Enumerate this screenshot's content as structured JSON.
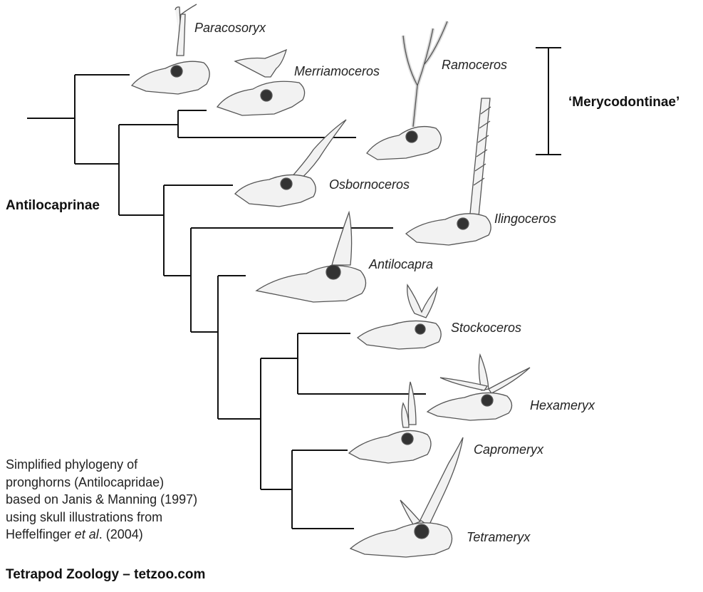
{
  "taxa": {
    "paracosoryx": "Paracosoryx",
    "merriamoceros": "Merriamoceros",
    "ramoceros": "Ramoceros",
    "osbornoceros": "Osbornoceros",
    "ilingoceros": "Ilingoceros",
    "antilocapra": "Antilocapra",
    "stockoceros": "Stockoceros",
    "hexameryx": "Hexameryx",
    "capromeryx": "Capromeryx",
    "tetrameryx": "Tetrameryx"
  },
  "clades": {
    "antilocaprinae": "Antilocaprinae",
    "merycodontinae": "‘Merycodontinae’"
  },
  "caption": {
    "line1": "Simplified phylogeny of",
    "line2": "pronghorns (Antilocapridae)",
    "line3": "based on Janis & Manning (1997)",
    "line4": "using skull illustrations from",
    "line5_pre": "Heffelfinger ",
    "line5_em": "et al",
    "line5_post": ". (2004)"
  },
  "footer": "Tetrapod Zoology – tetzoo.com",
  "colors": {
    "line": "#111111",
    "skull": "#f2f2f2",
    "skull_stroke": "#555555",
    "orbit": "#333333",
    "text": "#222222"
  }
}
